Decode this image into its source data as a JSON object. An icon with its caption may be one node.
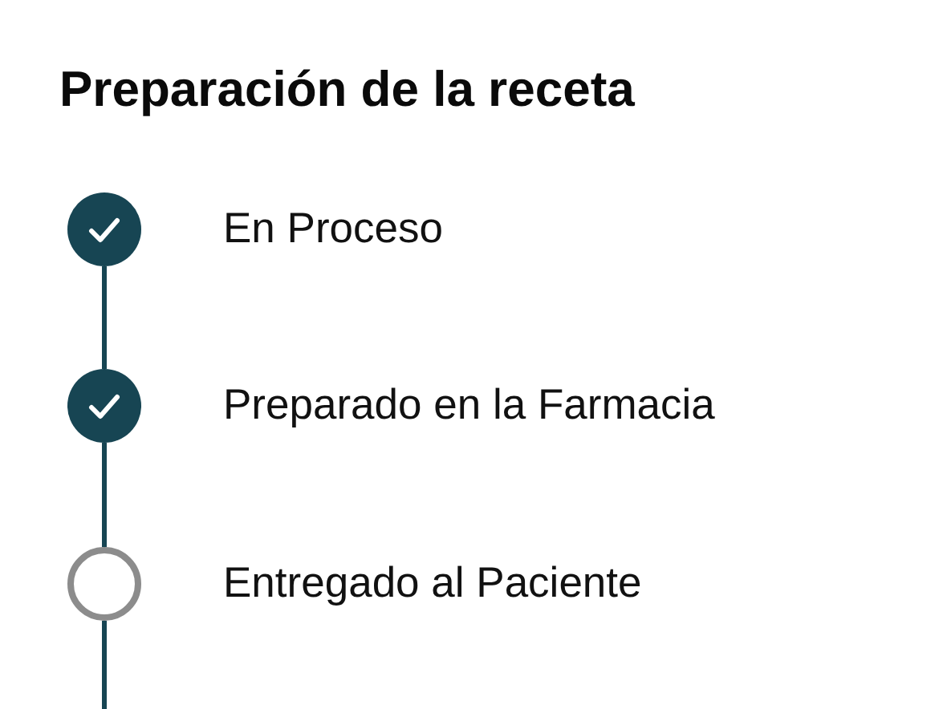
{
  "diagram": {
    "title": "Preparación de la receta",
    "nodes": [
      {
        "text": [],
        "shape": "check",
        "beside": [
          "En Proceso"
        ]
      },
      {
        "text": [],
        "shape": "check",
        "beside": [
          "Preparado en la Farmacia"
        ]
      },
      {
        "text": [],
        "shape": "circle",
        "beside": [
          "Entregado al Paciente"
        ]
      }
    ],
    "edges": [
      {
        "from": 0,
        "to": 1,
        "arrow": "none"
      },
      {
        "from": 1,
        "to": 2,
        "arrow": "none"
      },
      {
        "from": 2,
        "to": null,
        "arrow": "none"
      }
    ]
  }
}
